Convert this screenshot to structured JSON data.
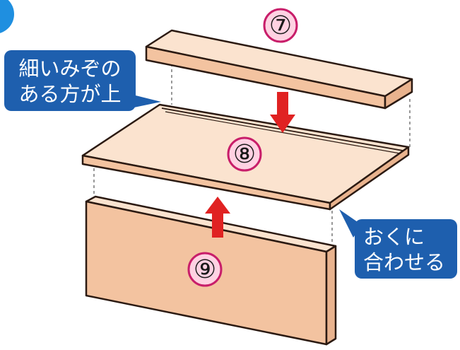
{
  "step_number": "",
  "parts": [
    {
      "id": "top-board",
      "label": "⑦"
    },
    {
      "id": "middle-board",
      "label": "⑧"
    },
    {
      "id": "bottom-board",
      "label": "⑨"
    }
  ],
  "callouts": {
    "groove": {
      "line1": "細いみぞの",
      "line2": "ある方が上"
    },
    "align": {
      "line1": "おくに",
      "line2": "合わせる"
    }
  },
  "colors": {
    "wood_top": "#fbe3cf",
    "wood_front": "#f3c3a0",
    "wood_side": "#e9b38e",
    "outline": "#2b1a12",
    "callout_fill": "#1e5fae",
    "callout_text": "#ffffff",
    "number_fill": "#ffd2e2",
    "number_stroke": "#c81e6a",
    "arrow": "#e02222"
  },
  "icons": [
    "down-arrow-icon",
    "up-arrow-icon"
  ]
}
